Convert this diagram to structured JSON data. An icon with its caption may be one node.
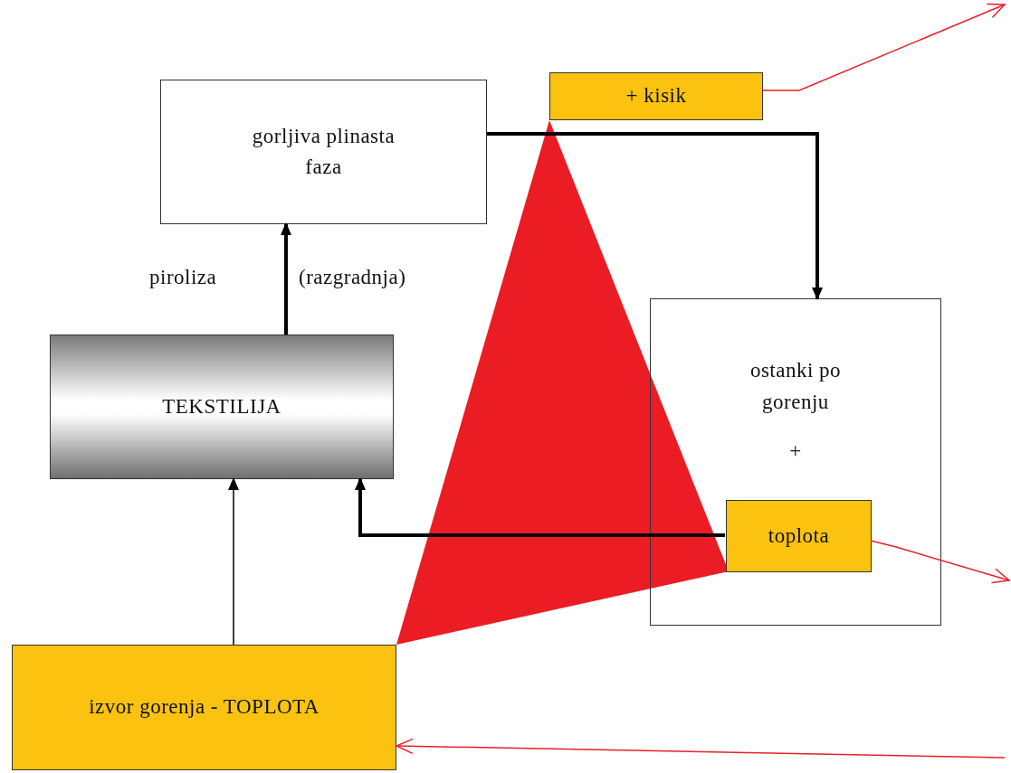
{
  "diagram": {
    "nodes": [
      {
        "text": [
          "gorljiva plinasta faza"
        ]
      },
      {
        "text": [
          "+ kisik"
        ]
      },
      {
        "text": [
          "TEKSTILIJA"
        ]
      },
      {
        "text": [
          "ostanki po gorenju",
          "+"
        ]
      },
      {
        "text": [
          "toplota"
        ],
        "in": 3
      },
      {
        "text": [
          "izvor gorenja - TOPLOTA"
        ]
      }
    ],
    "edges": [
      {
        "from": 2,
        "to": 0,
        "arrow": "to",
        "style": "thick"
      },
      {
        "from": 0,
        "to": 3,
        "arrow": "to",
        "style": "thick"
      },
      {
        "from": 4,
        "to": 2,
        "arrow": "to",
        "style": "thick"
      },
      {
        "from": 5,
        "to": 2,
        "arrow": "to"
      },
      {
        "from": 1,
        "to": null,
        "arrow": "to",
        "color": "#e8202a"
      },
      {
        "from": 4,
        "to": null,
        "arrow": "to",
        "color": "#e8202a"
      },
      {
        "from": null,
        "to": 5,
        "arrow": "to",
        "color": "#e8202a"
      }
    ],
    "labels": [
      "piroliza",
      "(razgradnja)"
    ]
  }
}
